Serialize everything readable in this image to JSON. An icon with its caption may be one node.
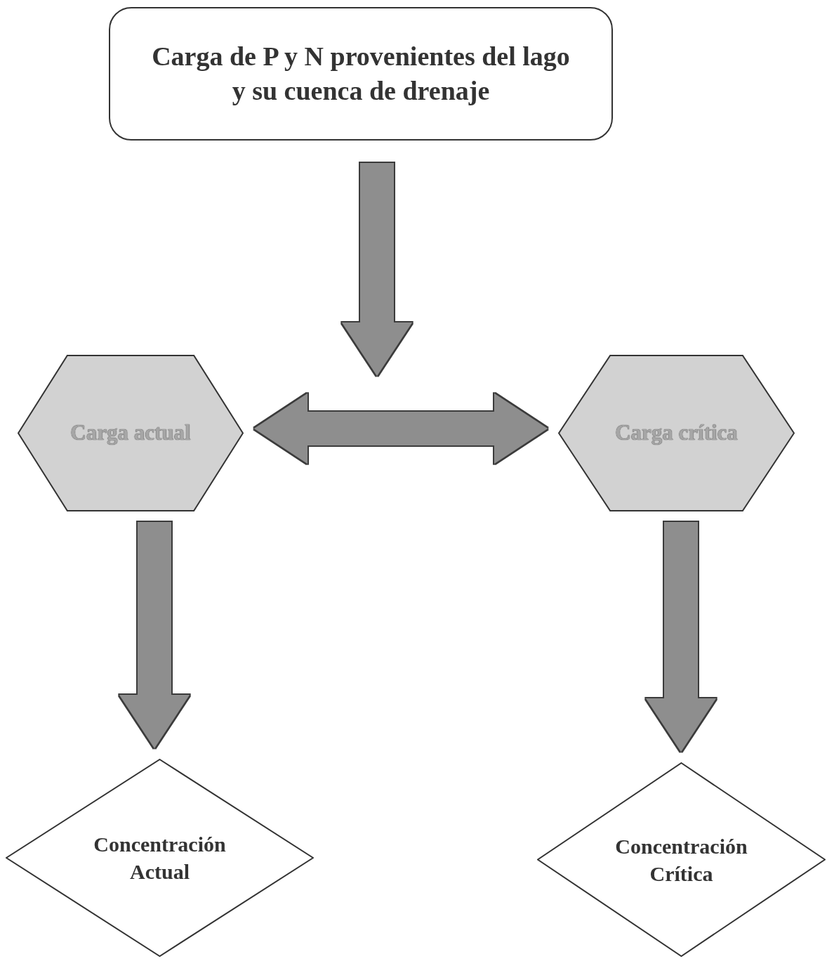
{
  "diagram": {
    "nodes": [
      {
        "text": [
          "Carga de P y N provenientes del lago y su cuenca de drenaje"
        ]
      },
      {
        "text": [
          "Carga actual"
        ]
      },
      {
        "text": [
          "Carga crítica"
        ]
      },
      {
        "text": [
          "Concentración Actual"
        ]
      },
      {
        "text": [
          "Concentración Crítica"
        ]
      }
    ],
    "edges": [
      {
        "from": 0,
        "to": null,
        "arrow": "to"
      },
      {
        "from": 1,
        "to": 2,
        "arrow": "both"
      },
      {
        "from": 1,
        "to": 3,
        "arrow": "to"
      },
      {
        "from": 2,
        "to": 4,
        "arrow": "to"
      }
    ]
  }
}
